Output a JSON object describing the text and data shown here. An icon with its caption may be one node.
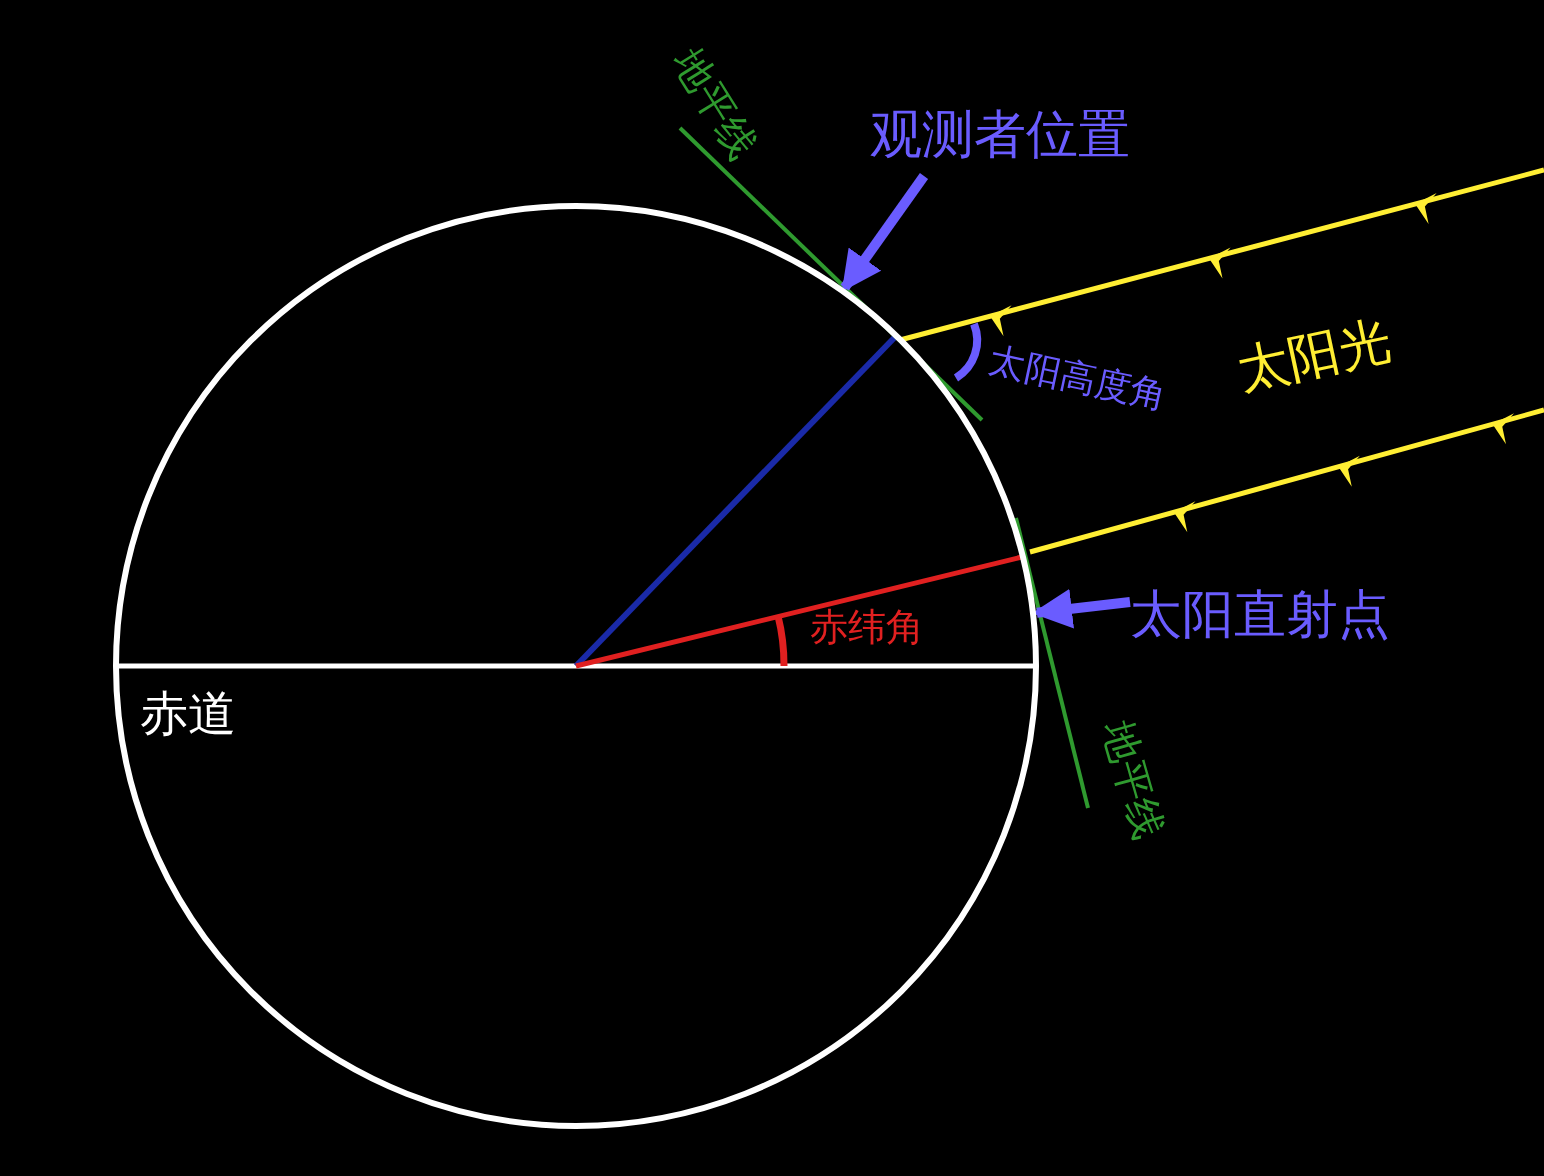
{
  "diagram": {
    "nodes": [
      {
        "text": [
          "观测者位置"
        ]
      },
      {
        "text": [
          "太阳直射点"
        ]
      },
      {
        "text": [],
        "shape": "circle"
      }
    ],
    "edges": [
      {
        "from": 0,
        "to": 2,
        "arrow": "to"
      },
      {
        "from": 1,
        "to": 2,
        "arrow": "to"
      }
    ],
    "labels": [
      "地平线",
      "太阳高度角",
      "太阳光",
      "赤纬角",
      "赤道",
      "地平线"
    ]
  }
}
